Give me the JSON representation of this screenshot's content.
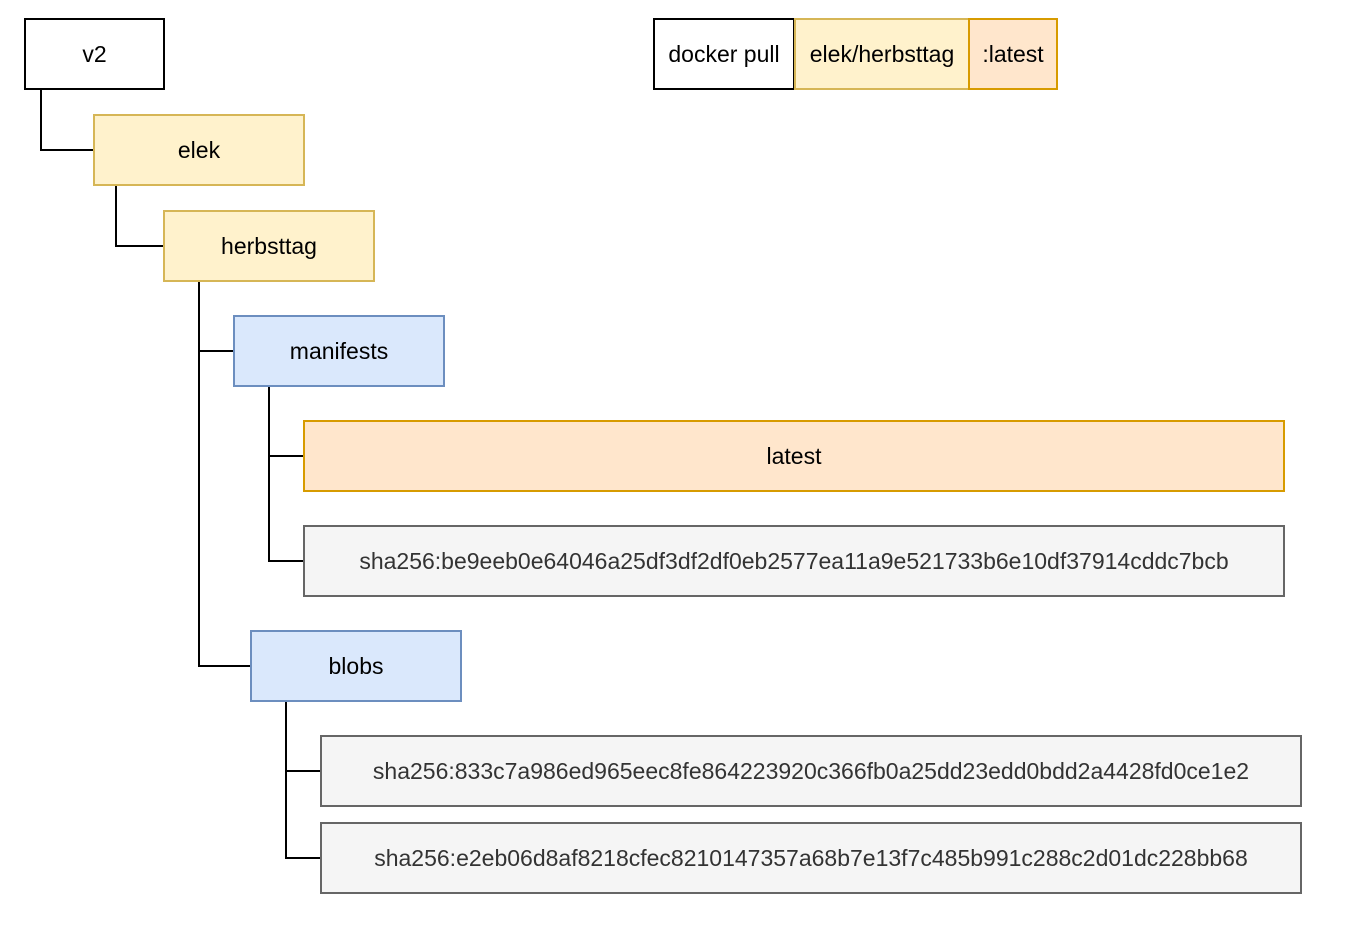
{
  "command": {
    "verb": "docker pull",
    "repository": "elek/herbsttag",
    "tag": ":latest"
  },
  "tree": {
    "root": "v2",
    "namespace": "elek",
    "repository": "herbsttag",
    "manifests": {
      "label": "manifests",
      "tag": "latest",
      "digest": "sha256:be9eeb0e64046a25df3df2df0eb2577ea11a9e521733b6e10df37914cddc7bcb"
    },
    "blobs": {
      "label": "blobs",
      "items": [
        "sha256:833c7a986ed965eec8fe864223920c366fb0a25dd23edd0bdd2a4428fd0ce1e2",
        "sha256:e2eb06d8af8218cfec8210147357a68b7e13f7c485b991c288c2d01dc228bb68"
      ]
    }
  },
  "colors": {
    "white_fill": "#ffffff",
    "yellow_fill": "#fff2cc",
    "yellow_stroke": "#d6b656",
    "orange_fill": "#ffe6cc",
    "orange_stroke": "#d79b00",
    "blue_fill": "#dae8fc",
    "blue_stroke": "#6c8ebf",
    "grey_fill": "#f5f5f5",
    "grey_stroke": "#666666",
    "connector": "#000000"
  }
}
